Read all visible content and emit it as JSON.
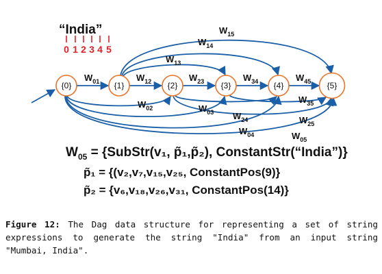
{
  "quote_text": "“India”",
  "positions": [
    "0",
    "1",
    "2",
    "3",
    "4",
    "5"
  ],
  "nodes": [
    "{0}",
    "{1}",
    "{2}",
    "{3}",
    "{4}",
    "{5}"
  ],
  "edges": [
    {
      "from": 0,
      "to": 1,
      "label": "W",
      "sub": "01"
    },
    {
      "from": 1,
      "to": 2,
      "label": "W",
      "sub": "12"
    },
    {
      "from": 2,
      "to": 3,
      "label": "W",
      "sub": "23"
    },
    {
      "from": 3,
      "to": 4,
      "label": "W",
      "sub": "34"
    },
    {
      "from": 4,
      "to": 5,
      "label": "W",
      "sub": "45"
    },
    {
      "from": 1,
      "to": 3,
      "label": "W",
      "sub": "13"
    },
    {
      "from": 1,
      "to": 4,
      "label": "W",
      "sub": "14"
    },
    {
      "from": 1,
      "to": 5,
      "label": "W",
      "sub": "15"
    },
    {
      "from": 3,
      "to": 5,
      "label": "W",
      "sub": "35"
    },
    {
      "from": 0,
      "to": 2,
      "label": "W",
      "sub": "02"
    },
    {
      "from": 0,
      "to": 3,
      "label": "W",
      "sub": "03"
    },
    {
      "from": 2,
      "to": 4,
      "label": "W",
      "sub": "24"
    },
    {
      "from": 0,
      "to": 4,
      "label": "W",
      "sub": "04"
    },
    {
      "from": 2,
      "to": 5,
      "label": "W",
      "sub": "25"
    },
    {
      "from": 0,
      "to": 5,
      "label": "W",
      "sub": "05"
    }
  ],
  "formulas": {
    "w05_lhs": "W",
    "w05_lhs_sub": "05",
    "w05_rhs": " = {SubStr(v₁, p̃₁,p̃₂), ConstantStr(“India”)}",
    "p1": "p̃₁ = {(v₂,v₇,v₁₅,v₂₅, ConstantPos(9)}",
    "p2": "p̃₂ = {v₆,v₁₈,v₂₆,v₃₁, ConstantPos(14)}"
  },
  "caption": {
    "label": "Figure 12:",
    "text": "The Dag data structure for representing a set of string expressions to generate the string \"India\" from an input string \"Mumbai, India\"."
  },
  "colors": {
    "node_stroke": "#e8742a",
    "edge": "#1a5fa8",
    "position_marks": "#e21f26"
  }
}
